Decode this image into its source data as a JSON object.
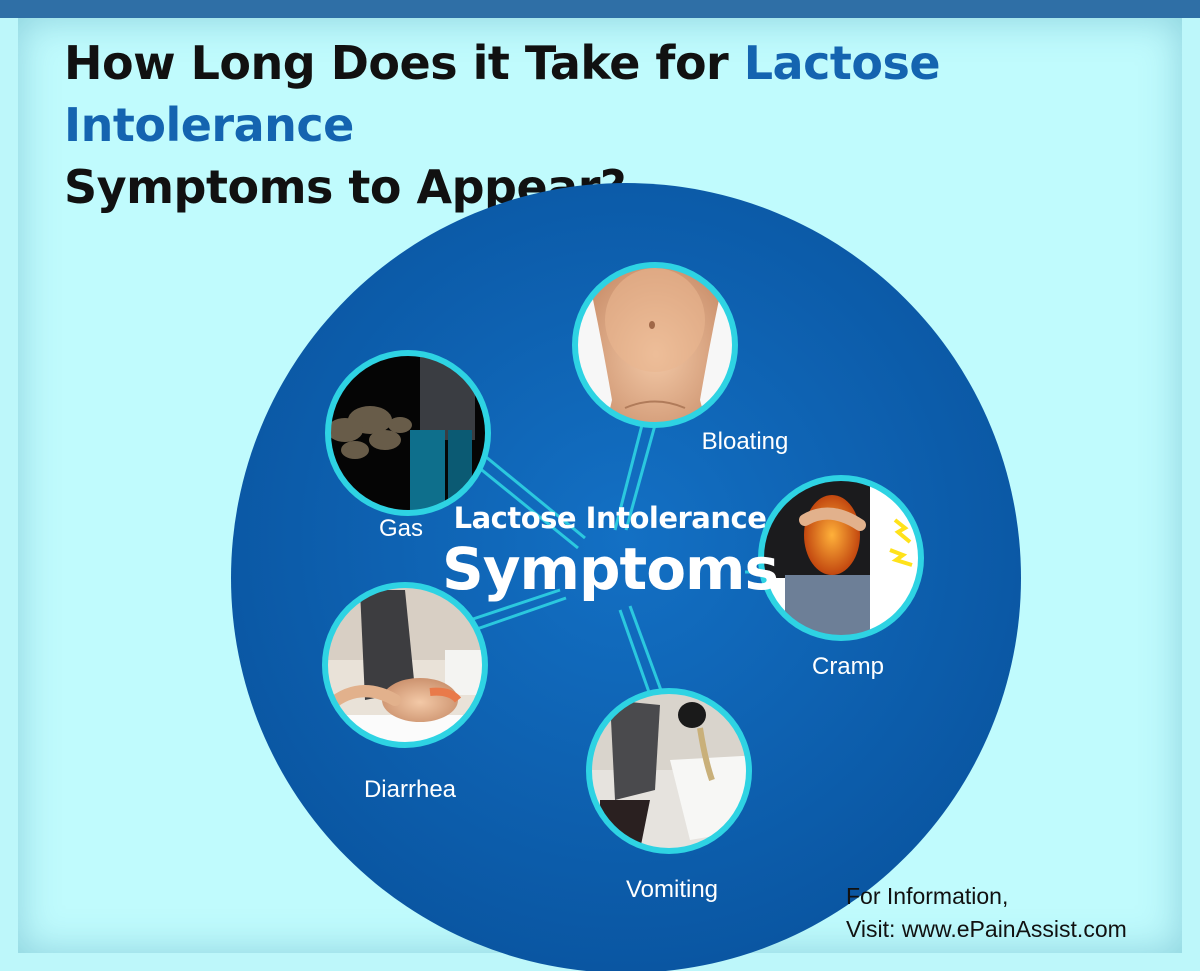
{
  "title": {
    "line1_prefix": "How Long Does it Take for ",
    "line1_highlight": "Lactose Intolerance",
    "line2": "Symptoms to Appear?"
  },
  "center": {
    "line1": "Lactose Intolerance",
    "line2": "Symptoms"
  },
  "symptoms": {
    "bloating": "Bloating",
    "gas": "Gas",
    "cramp": "Cramp",
    "diarrhea": "Diarrhea",
    "vomiting": "Vomiting"
  },
  "footer": {
    "line1": "For Information,",
    "line2": "Visit: www.ePainAssist.com"
  },
  "colors": {
    "background": "#c0fbfd",
    "circle": "#0c5aa8",
    "ring": "#2ed3e3",
    "title_highlight": "#1464b0"
  }
}
